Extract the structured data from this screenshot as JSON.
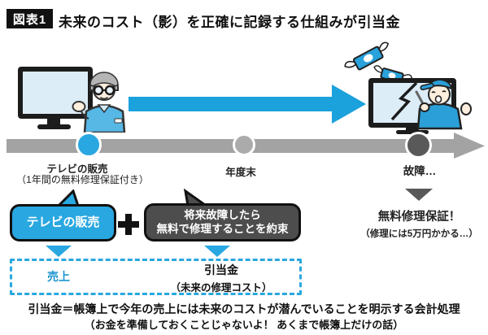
{
  "header": {
    "badge": "図表1",
    "title": "未来のコスト（影）を正確に記録する仕組みが引当金"
  },
  "timeline": {
    "events": [
      {
        "label": "テレビの販売",
        "sublabel": "（1年間の無料修理保証付き）",
        "dot_color": "#29a7e0"
      },
      {
        "label": "年度末",
        "dot_color": "#ababab"
      },
      {
        "label": "故障…",
        "dot_color": "#595959"
      }
    ]
  },
  "equation": {
    "sale_box_label": "テレビの販売",
    "plus_icon": "plus",
    "promise_box_line1": "将来故障したら",
    "promise_box_line2": "無料で修理することを約束"
  },
  "ledger": {
    "revenue_label": "売上",
    "provision_label": "引当金",
    "provision_note": "（未来の修理コスト）"
  },
  "warranty_note": {
    "title": "無料修理保証！",
    "detail": "（修理には5万円かかる…）"
  },
  "footer": {
    "line1": "引当金＝帳簿上で今年の売上には未来のコストが潜んでいることを明示する会計処理",
    "line2": "（お金を準備しておくことじゃないよ！ あくまで帳簿上だけの話）"
  },
  "icons": [
    "tv-icon",
    "broken-tv-icon",
    "money-wings-icon",
    "salesperson",
    "repairman",
    "big-blue-arrow-icon",
    "timeline-arrow-icon",
    "plus-icon",
    "down-arrow-icon"
  ],
  "colors": {
    "accent_blue": "#29a7e0",
    "arrow_blue": "#1ba1dc",
    "dark_box_gray": "#4d4d4d",
    "timeline_gray": "#a3a3a3",
    "mid_dot_gray": "#ababab",
    "dark_dot_gray": "#595959",
    "screen_blue": "#dcedf8",
    "black": "#111111"
  }
}
